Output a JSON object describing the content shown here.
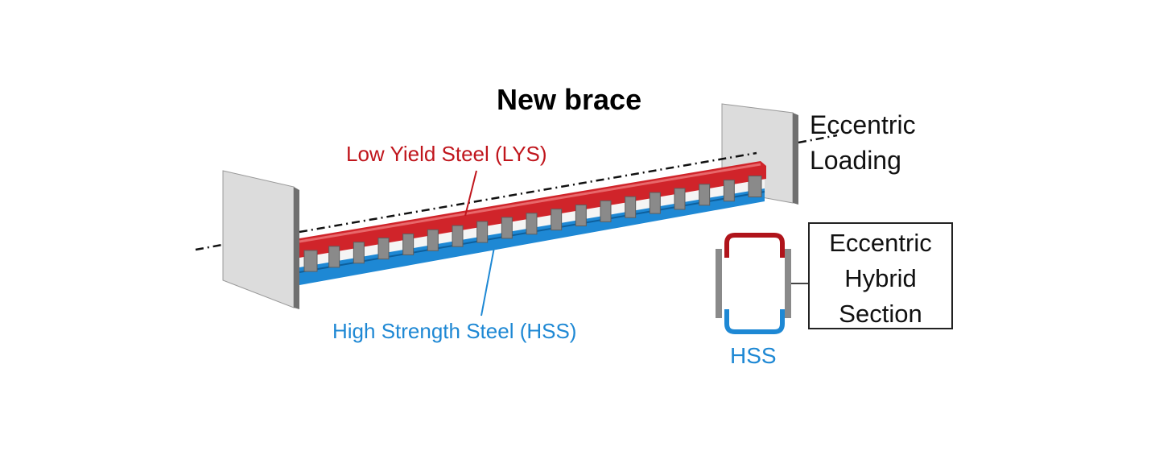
{
  "title": "New brace",
  "labels": {
    "lys": "Low Yield Steel (LYS)",
    "hss": "High Strength Steel (HSS)",
    "loading_line1": "Eccentric",
    "loading_line2": "Loading",
    "section_line1": "Eccentric",
    "section_line2": "Hybrid",
    "section_line3": "Section",
    "section_hss": "HSS"
  },
  "colors": {
    "lys": "#c0151c",
    "hss": "#1e88d4",
    "plate": "#d9d9d9",
    "tab": "#8a8a8a"
  },
  "tab_count": 19
}
